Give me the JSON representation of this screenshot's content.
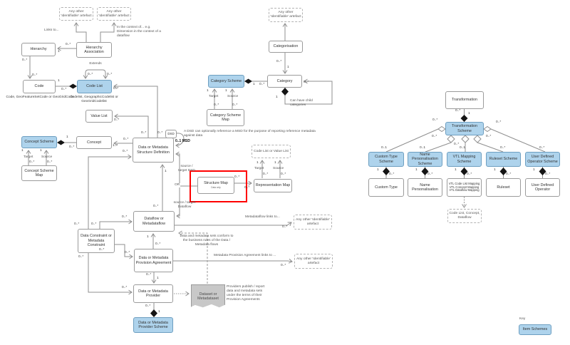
{
  "mult": {
    "many": "0..*",
    "one": "1",
    "zero_one": "0..1",
    "one_many": "1..*"
  },
  "nodes": {
    "any_other": "Any other 'Identifiable' artefact",
    "hierarchy": "Hierarchy",
    "hierarchy_association": "Hierarchy Association",
    "code": "Code",
    "code_list": "Code List",
    "code_caption": "Code, GeoFeatureSetCode or GeoGridCode",
    "code_list_caption": "Codelist, GeographicCodelist or GeoGridCodelist",
    "value_list": "Value List",
    "concept_scheme": "Concept Scheme",
    "concept": "Concept",
    "concept_scheme_map": "Concept Scheme Map",
    "dsd": "Data or Metadata Structure Definition",
    "dsd_small": "DSD",
    "msd_mult": "0..1 MSD",
    "dsd_note": "A DSD can optionally reference a MSD for the purpose of reporting reference metadata against data",
    "structure_map": "Structure Map",
    "structure_map_sub": "Data only",
    "representation_map": "Representation Map",
    "code_or_value_list": "Code List or Value List",
    "dataflow": "Dataflow or Metadataflow",
    "constraint": "Data Constraint or Metadata Constraint",
    "agreement": "Data or Metadata Provision Agreement",
    "provider": "Data or Metadata Provider",
    "provider_scheme": "Data or Metadata Provider Scheme",
    "dataset": "Dataset or Metadataset",
    "categorisation": "Categorisation",
    "category_scheme": "Category Scheme",
    "category": "Category",
    "category_scheme_map": "Category Scheme Map",
    "transformation": "Transformation",
    "transformation_scheme": "Transformation Scheme",
    "custom_type_scheme": "Custom Type Scheme",
    "name_personalisation_scheme": "Name Personalisation Scheme",
    "vtl_mapping_scheme": "VTL Mapping Scheme",
    "ruleset_scheme": "Ruleset Scheme",
    "user_defined_operator_scheme": "User Defined Operator Scheme",
    "custom_type": "Custom Type",
    "name_personalisation": "Name Personalisation",
    "vtl_mapping_1": "VTL Code List Mapping",
    "vtl_mapping_2": "VTL Concept Mapping",
    "vtl_mapping_3": "VTL Dataflow Mapping",
    "ruleset": "Ruleset",
    "user_defined_operator": "User Defined Operator",
    "vtl_refs": "Code List, Concept, Dataflow"
  },
  "annotations": {
    "links_to": "Links to...",
    "in_context": "In the context of... e.g. Dimension in the context of a dataflow",
    "extends": "Extends",
    "target": "Target",
    "source": "Source",
    "or": "OR",
    "src_tgt_dsd": "source / target DSD",
    "src_tgt_dataflow": "source / target Dataflow",
    "can_have_child": "Can have child categories",
    "mflow_links": "Metadataflow links to...",
    "mpa_links": "Metadata Provision Agreement links to ...",
    "conform_note": "Data and metadata sets conform to the business rules of the Data / Metadata flows",
    "publish_note": "Providers publish / report data and metadata sets under the terms of their Provision Agreements",
    "key": "Key",
    "item_schemes": "Item Schemes"
  },
  "colors": {
    "scheme_fill": "#aed3ec",
    "scheme_border": "#6e9fc1",
    "highlight": "#ff0000",
    "dataset_fill": "#c8c8c8",
    "line": "#8f8f8f"
  }
}
